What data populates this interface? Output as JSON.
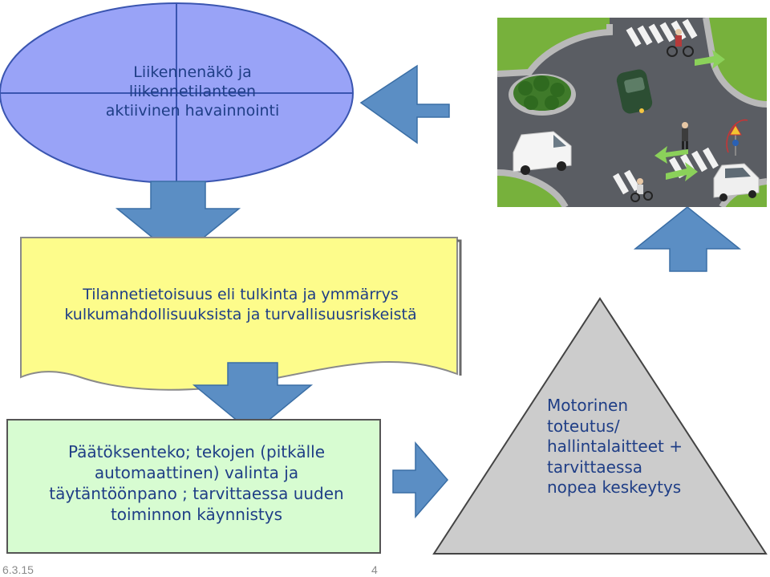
{
  "perception_ellipse": {
    "lines": [
      "Liikennenäkö ja",
      "liikennetilanteen",
      "aktiivinen havainnointi"
    ]
  },
  "awareness_wave": {
    "lines": [
      "Tilannetietoisuus eli tulkinta ja ymmärrys",
      "kulkumahdollisuuksista ja turvallisuusriskeistä"
    ]
  },
  "decision_box": {
    "lines": [
      "Päätöksenteko; tekojen (pitkälle",
      "automaattinen) valinta ja",
      "täytäntöönpano ; tarvittaessa uuden",
      "toiminnon käynnistys"
    ]
  },
  "execution_triangle": {
    "lines": [
      "Motorinen",
      "toteutus/",
      "hallintalaitteet +",
      "tarvittaessa",
      "nopea keskeytys"
    ]
  },
  "traffic_image": {
    "description_icon": "intersection-illustration"
  },
  "footer": {
    "date": "6.3.15",
    "page": "4"
  },
  "colors": {
    "ellipse_fill": "#99a3f7",
    "wave_fill": "#fdfc8b",
    "box_fill": "#d7fcd1",
    "triangle_fill": "#cccccc",
    "arrow_fill": "#5b8ec4",
    "text": "#1f3e86"
  }
}
